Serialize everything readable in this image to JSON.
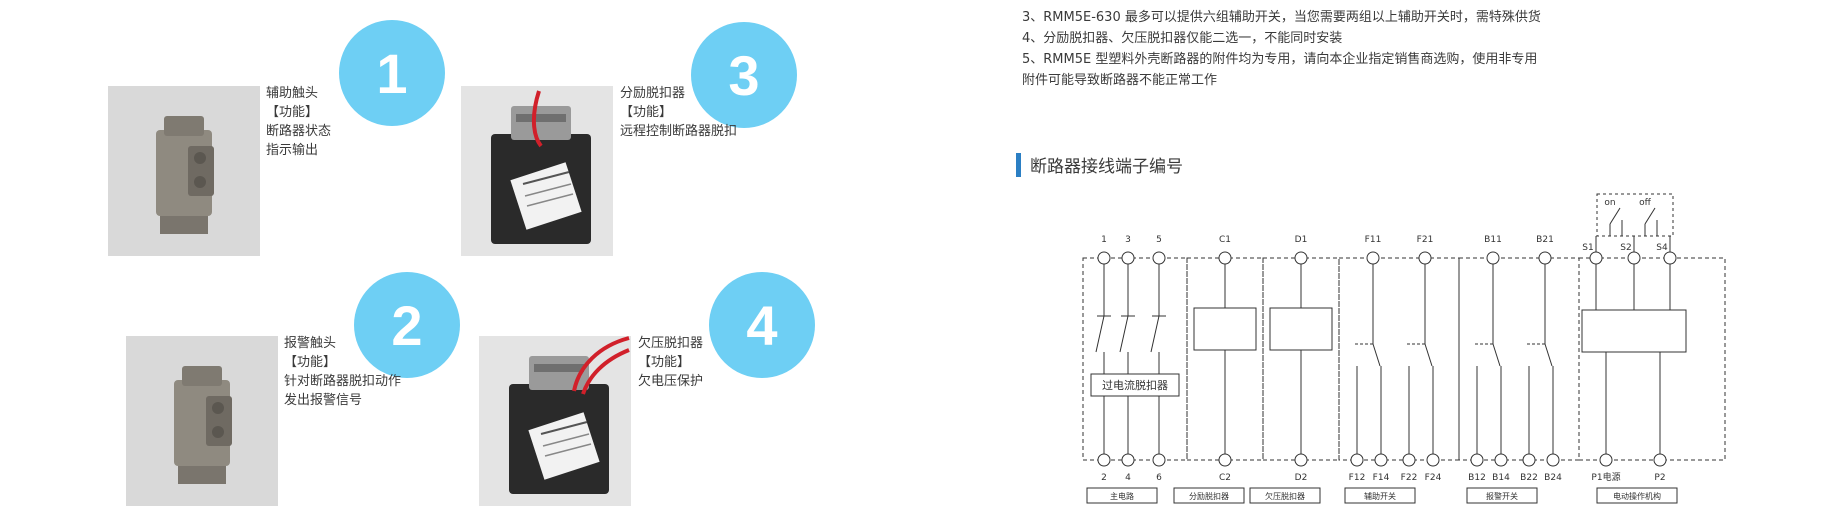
{
  "items": [
    {
      "number": "1",
      "title": "辅助触头",
      "func": "【功能】",
      "lines": [
        "断路器状态",
        "指示输出"
      ]
    },
    {
      "number": "3",
      "title": "分励脱扣器",
      "func": "【功能】",
      "lines": [
        "远程控制断路器脱扣"
      ]
    },
    {
      "number": "2",
      "title": "报警触头",
      "func": "【功能】",
      "lines": [
        "针对断路器脱扣动作",
        "发出报警信号"
      ]
    },
    {
      "number": "4",
      "title": "欠压脱扣器",
      "func": "【功能】",
      "lines": [
        "欠电压保护"
      ]
    }
  ],
  "notes": [
    "3、RMM5E-630 最多可以提供六组辅助开关，当您需要两组以上辅助开关时，需特殊供货",
    "4、分励脱扣器、欠压脱扣器仅能二选一，不能同时安装",
    "5、RMM5E 型塑料外壳断路器的附件均为专用，请向本企业指定销售商选购，使用非专用",
    "附件可能导致断路器不能正常工作"
  ],
  "section_title": "断路器接线端子编号",
  "diagram": {
    "top_terms": [
      "1",
      "3",
      "5",
      "C1",
      "D1",
      "F11",
      "F21",
      "B11",
      "B21",
      "S1",
      "S2",
      "S4"
    ],
    "bottom_terms": [
      "2",
      "4",
      "6",
      "C2",
      "D2",
      "F12",
      "F14",
      "F22",
      "F24",
      "B12",
      "B14",
      "B22",
      "B24",
      "P1电源",
      "P2"
    ],
    "switch_labels": [
      "on",
      "off"
    ],
    "overcurrent_label": "过电流脱扣器",
    "group_labels": [
      "主电路",
      "分励脱扣器",
      "欠压脱扣器",
      "辅助开关",
      "报警开关",
      "电动操作机构"
    ]
  }
}
